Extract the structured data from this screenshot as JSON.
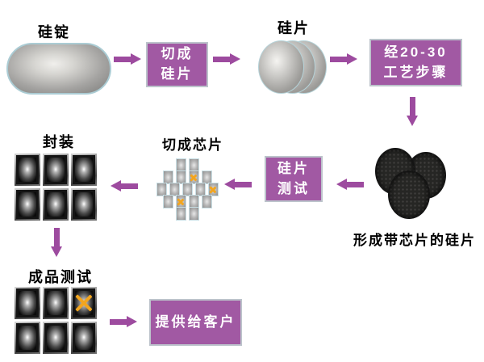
{
  "labels": {
    "ingot": "硅锭",
    "wafer": "硅片",
    "patterned_wafer": "形成带芯片的硅片",
    "dice": "切成芯片",
    "package": "封装",
    "final_test": "成品测试"
  },
  "boxes": {
    "cut": {
      "line1": "切成",
      "line2": "硅片"
    },
    "process": {
      "line1": "经20-30",
      "line2": "工艺步骤"
    },
    "wafer_test": {
      "line1": "硅片",
      "line2": "测试"
    },
    "ship": {
      "line1": "提供给客户"
    }
  },
  "icons": {
    "arrow": "flow-arrow",
    "defect": "defect-x-mark"
  },
  "colors": {
    "box_bg": "#a159a3",
    "box_border": "#bcc3cb",
    "arrow": "#9d4b9f",
    "defect_x": "#f2a51f"
  },
  "dice_grid": {
    "rows": [
      [
        0,
        0
      ],
      [
        0,
        0,
        1,
        0
      ],
      [
        0,
        0,
        0,
        0,
        1
      ],
      [
        0,
        1,
        0,
        0
      ],
      [
        0,
        0
      ]
    ]
  },
  "package_grid": {
    "rows": [
      [
        0,
        0,
        0
      ],
      [
        0,
        0,
        0
      ]
    ]
  },
  "final_test_grid": {
    "rows": [
      [
        0,
        0,
        1
      ],
      [
        0,
        0,
        0
      ]
    ]
  }
}
